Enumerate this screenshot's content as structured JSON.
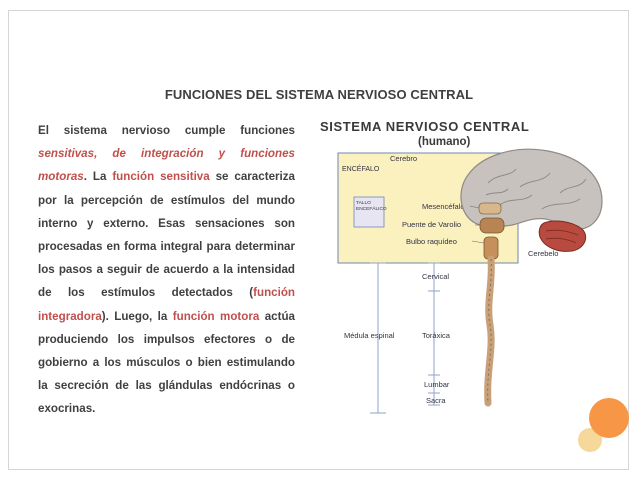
{
  "slide": {
    "title": "FUNCIONES DEL SISTEMA NERVIOSO CENTRAL",
    "paragraph": {
      "p1": "El sistema nervioso cumple funciones ",
      "sensitivas": "sensitivas, de integración y funciones motoras",
      "p2": ". La ",
      "funcion_sensitiva": "función sensitiva",
      "p3": " se caracteriza por la percepción de estímulos del mundo interno y externo. Esas sensaciones son procesadas en forma integral para determinar los pasos a seguir de acuerdo a la intensidad de los estímulos detectados (",
      "funcion_integradora": "función integradora",
      "p4": "). Luego, la ",
      "funcion_motora": "función motora",
      "p5": " actúa produciendo los impulsos efectores o de gobierno a los músculos o bien estimulando la secreción de las glándulas endócrinas o exocrinas."
    }
  },
  "diagram": {
    "heading": "SISTEMA NERVIOSO CENTRAL",
    "subheading": "(humano)",
    "labels": {
      "encefalo": "ENCÉFALO",
      "cerebro": "Cerebro",
      "tallo1": "TALLO",
      "tallo2": "ENCEFÁLICO",
      "mesencefalo": "Mesencéfalo",
      "puente": "Puente de Varolio",
      "bulbo": "Bulbo raquídeo",
      "cerebelo": "Cerebelo",
      "cervical": "Cervical",
      "toraxica": "Toráxica",
      "medula": "Médula espinal",
      "lumbar": "Lumbar",
      "sacra": "Sacra"
    }
  },
  "colors": {
    "accent": "#c0504d",
    "text": "#404040",
    "decor_orange": "#f79646",
    "decor_yellow": "#f5d89a"
  }
}
